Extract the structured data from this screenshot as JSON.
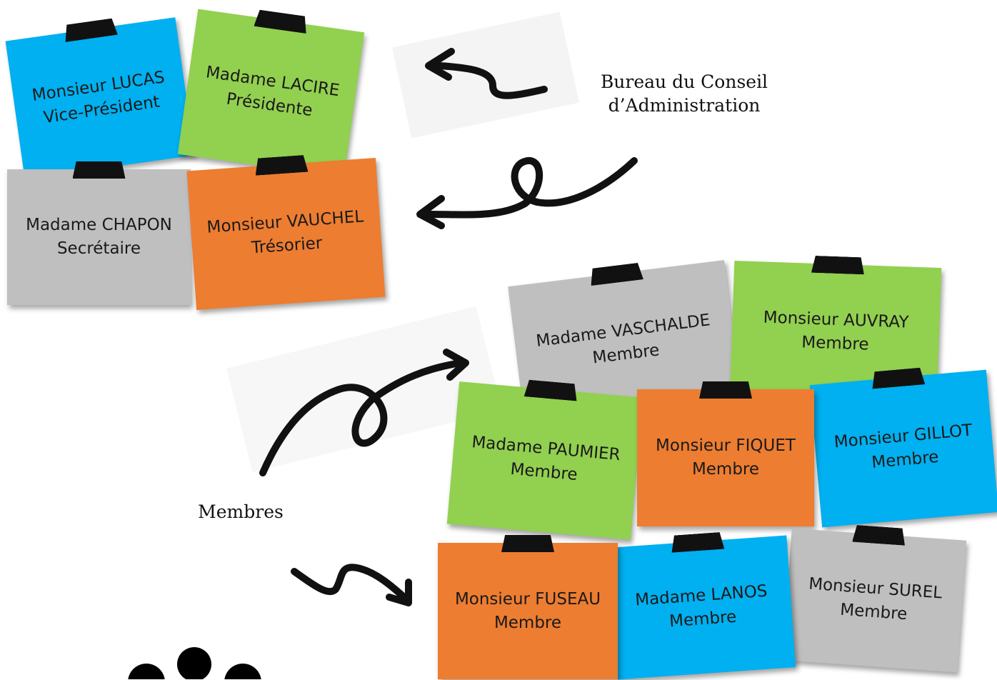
{
  "colors": {
    "blue": "#00b0f0",
    "green": "#92d050",
    "gray": "#bfbfbf",
    "orange": "#ed7d31",
    "tape": "#111111"
  },
  "labels": {
    "bureau_line1": "Bureau du Conseil",
    "bureau_line2": "d’Administration",
    "membres": "Membres"
  },
  "bureau": [
    {
      "name": "Monsieur LUCAS",
      "role": "Vice-Président",
      "color": "blue"
    },
    {
      "name": "Madame LACIRE",
      "role": "Présidente",
      "color": "green"
    },
    {
      "name": "Madame CHAPON",
      "role": "Secrétaire",
      "color": "gray"
    },
    {
      "name": "Monsieur VAUCHEL",
      "role": "Trésorier",
      "color": "orange"
    }
  ],
  "membres": [
    {
      "name": "Madame VASCHALDE",
      "role": "Membre",
      "color": "gray"
    },
    {
      "name": "Monsieur AUVRAY",
      "role": "Membre",
      "color": "green"
    },
    {
      "name": "Madame PAUMIER",
      "role": "Membre",
      "color": "green"
    },
    {
      "name": "Monsieur FIQUET",
      "role": "Membre",
      "color": "orange"
    },
    {
      "name": "Monsieur GILLOT",
      "role": "Membre",
      "color": "blue"
    },
    {
      "name": "Monsieur FUSEAU",
      "role": "Membre",
      "color": "orange"
    },
    {
      "name": "Madame LANOS",
      "role": "Membre",
      "color": "blue"
    },
    {
      "name": "Monsieur SUREL",
      "role": "Membre",
      "color": "gray"
    }
  ]
}
